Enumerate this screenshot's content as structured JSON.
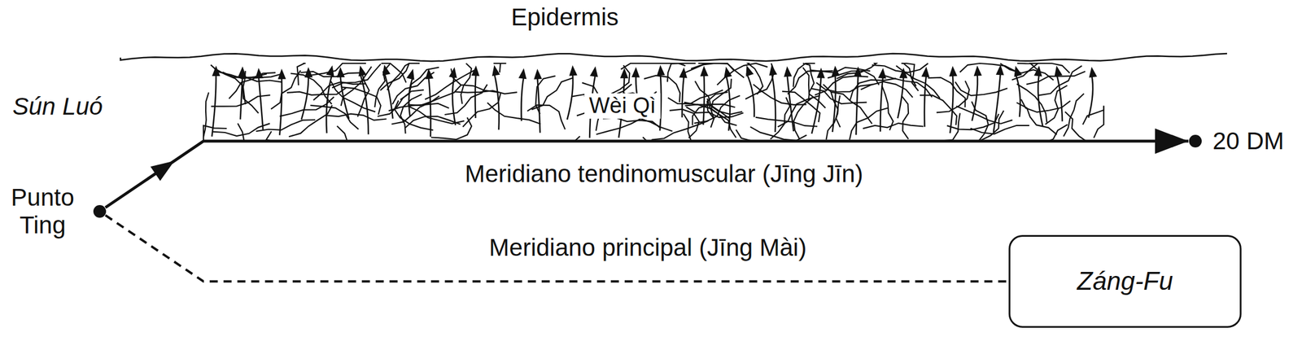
{
  "diagram": {
    "nodes": [
      {
        "text": [
          "Punto Ting"
        ]
      },
      {
        "text": [
          "20 DM"
        ]
      },
      {
        "text": [
          "Záng-Fu"
        ]
      }
    ],
    "edges": [
      {
        "from": 0,
        "to": 1,
        "arrow": "to",
        "label": "Meridiano tendinomuscular (Jīng Jīn)"
      },
      {
        "from": 0,
        "to": 2,
        "arrow": "none",
        "label": "Meridiano principal (Jīng Mài)"
      }
    ],
    "labels": [
      "Epidermis",
      "Sún Luó",
      "Wèi Qì"
    ]
  }
}
